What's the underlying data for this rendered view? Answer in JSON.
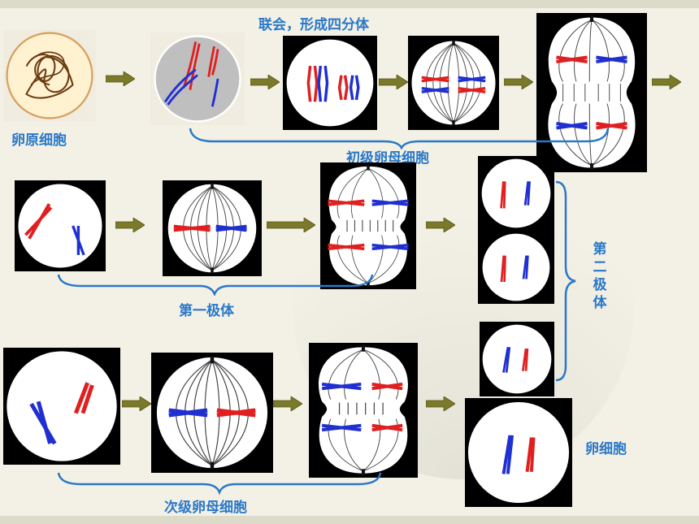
{
  "labels": {
    "synapsis": "联会，形成四分体",
    "oogonium": "卵原细胞",
    "primary_oocyte": "初级卵母细胞",
    "first_polar_body": "第一极体",
    "second_polar_body": "第二极体",
    "secondary_oocyte": "次级卵母细胞",
    "egg_cell": "卵细胞"
  },
  "colors": {
    "label": "#2a78c8",
    "arrow": "#7a7a2a",
    "chromosome_red": "#e02020",
    "chromosome_blue": "#2030d0",
    "background": "#f3f1e6"
  }
}
